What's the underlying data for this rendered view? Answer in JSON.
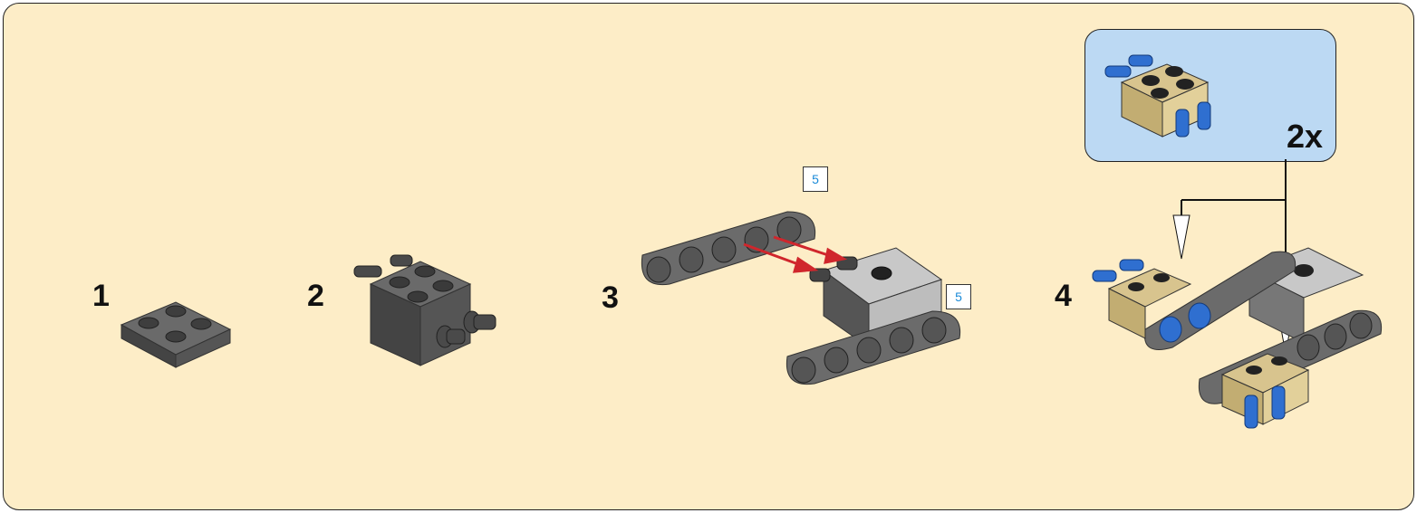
{
  "steps": [
    {
      "number": "1"
    },
    {
      "number": "2"
    },
    {
      "number": "3",
      "part_tags": [
        "5",
        "5"
      ]
    },
    {
      "number": "4",
      "subassembly_multiplier": "2x"
    }
  ],
  "colors": {
    "background": "#fdedc7",
    "callout_background": "#bcd9f3",
    "dark_gray_part": "#5a5a5a",
    "light_gray_part": "#c8c8c8",
    "tan_part": "#d8c48e",
    "blue_pin": "#2f6fd0",
    "arrow_red": "#d0262c",
    "tag_text": "#1a8ad8"
  },
  "icons": [
    "plate-2x2-icon",
    "brick-with-pins-icon",
    "liftarm-5-icon",
    "tan-brick-with-blue-pins-icon"
  ]
}
